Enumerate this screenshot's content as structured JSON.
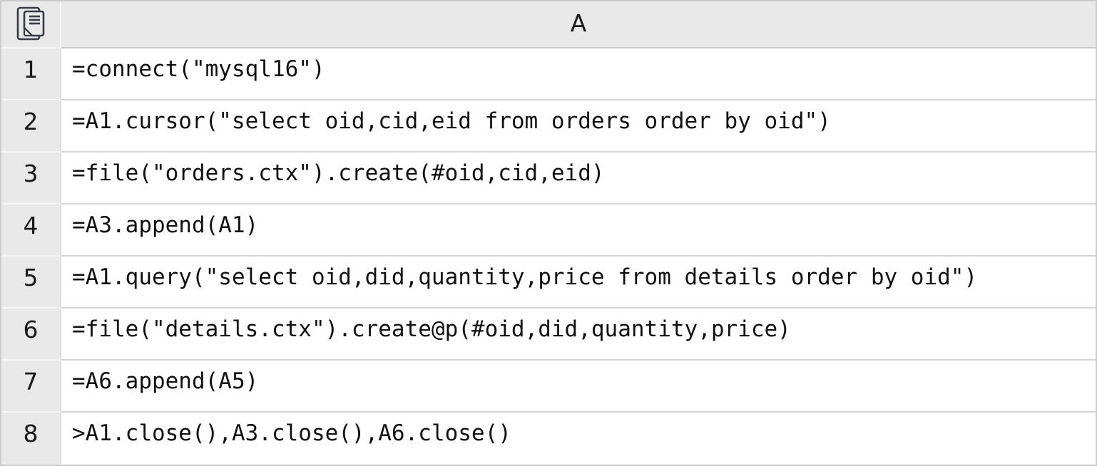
{
  "grid": {
    "corner_icon": "document-stack-icon",
    "column_headers": [
      "A"
    ],
    "rows": [
      {
        "num": "1",
        "code": "=connect(\"mysql16\")"
      },
      {
        "num": "2",
        "code": "=A1.cursor(\"select oid,cid,eid from orders order by oid\")"
      },
      {
        "num": "3",
        "code": "=file(\"orders.ctx\").create(#oid,cid,eid)"
      },
      {
        "num": "4",
        "code": "=A3.append(A1)"
      },
      {
        "num": "5",
        "code": "=A1.query(\"select oid,did,quantity,price from details order by oid\")"
      },
      {
        "num": "6",
        "code": "=file(\"details.ctx\").create@p(#oid,did,quantity,price)"
      },
      {
        "num": "7",
        "code": "=A6.append(A5)"
      },
      {
        "num": "8",
        "code": ">A1.close(),A3.close(),A6.close()"
      }
    ],
    "colors": {
      "header_bg": "#e9e9e9",
      "cell_bg": "#ffffff",
      "grid_line": "#cbcbcb",
      "light_line": "#f4f4f4",
      "text": "#111111",
      "icon_stroke": "#363b45"
    }
  }
}
